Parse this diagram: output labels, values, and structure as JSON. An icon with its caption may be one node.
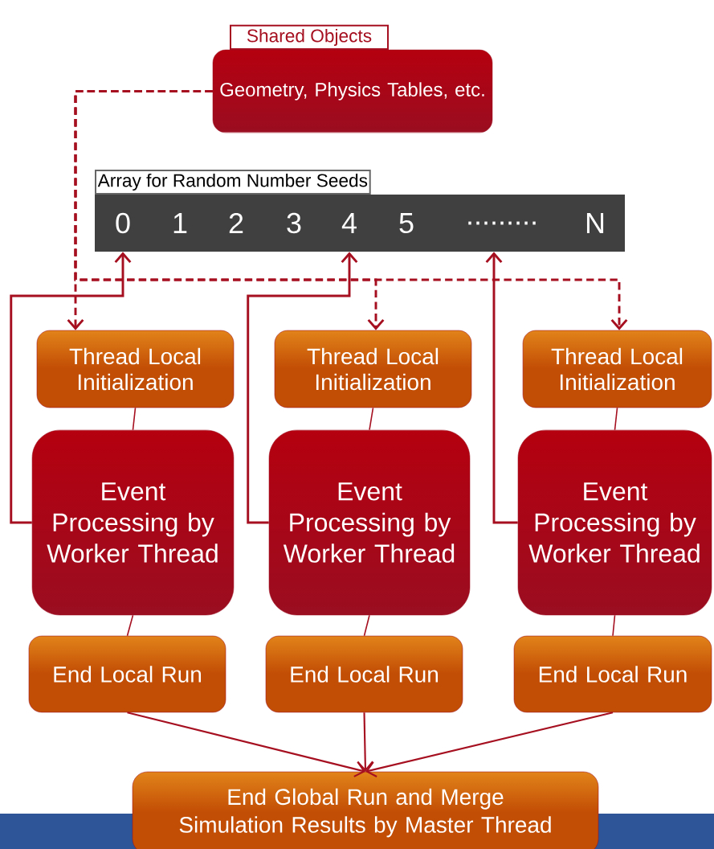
{
  "diagram": {
    "nodes": [
      {
        "text": [
          "Shared Objects",
          "Geometry, Physics Tables, etc."
        ]
      },
      {
        "text": [
          "Array for Random Number Seeds"
        ]
      },
      {
        "text": [
          "0"
        ],
        "in": 1
      },
      {
        "text": [
          "1"
        ],
        "in": 1
      },
      {
        "text": [
          "2"
        ],
        "in": 1
      },
      {
        "text": [
          "3"
        ],
        "in": 1
      },
      {
        "text": [
          "4"
        ],
        "in": 1
      },
      {
        "text": [
          "5"
        ],
        "in": 1
      },
      {
        "text": [
          "........."
        ],
        "in": 1
      },
      {
        "text": [
          "N"
        ],
        "in": 1
      },
      {
        "text": [
          "Thread Local Initialization"
        ]
      },
      {
        "text": [
          "Thread Local Initialization"
        ]
      },
      {
        "text": [
          "Thread Local Initialization"
        ]
      },
      {
        "text": [
          "Event Processing by Worker Thread"
        ]
      },
      {
        "text": [
          "Event Processing by Worker Thread"
        ]
      },
      {
        "text": [
          "Event Processing by Worker Thread"
        ]
      },
      {
        "text": [
          "End Local Run"
        ]
      },
      {
        "text": [
          "End Local Run"
        ]
      },
      {
        "text": [
          "End Local Run"
        ]
      },
      {
        "text": [
          "End Global Run and Merge Simulation Results by Master Thread"
        ]
      }
    ],
    "edges": [
      {
        "from": 0,
        "to": 10,
        "arrow": "to",
        "style": "dashed"
      },
      {
        "from": 0,
        "to": 11,
        "arrow": "to",
        "style": "dashed"
      },
      {
        "from": 0,
        "to": 12,
        "arrow": "to",
        "style": "dashed"
      },
      {
        "from": 13,
        "to": 2,
        "arrow": "to"
      },
      {
        "from": 14,
        "to": 6,
        "arrow": "to"
      },
      {
        "from": 15,
        "to": 8,
        "arrow": "to"
      },
      {
        "from": 10,
        "to": 13,
        "arrow": "none"
      },
      {
        "from": 11,
        "to": 14,
        "arrow": "none"
      },
      {
        "from": 12,
        "to": 15,
        "arrow": "none"
      },
      {
        "from": 13,
        "to": 16,
        "arrow": "none"
      },
      {
        "from": 14,
        "to": 17,
        "arrow": "none"
      },
      {
        "from": 15,
        "to": 18,
        "arrow": "none"
      },
      {
        "from": 16,
        "to": 19,
        "arrow": "to"
      },
      {
        "from": 17,
        "to": 19,
        "arrow": "to"
      },
      {
        "from": 18,
        "to": 19,
        "arrow": "to"
      }
    ]
  }
}
